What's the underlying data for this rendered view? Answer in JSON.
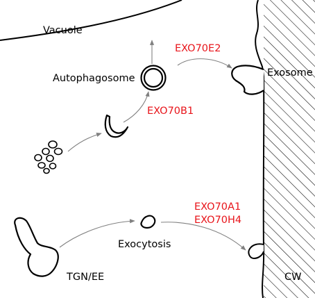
{
  "labels": {
    "vacuole": "Vacuole",
    "autophagosome": "Autophagosome",
    "exosome": "Exosome",
    "exocytosis": "Exocytosis",
    "tgn_ee": "TGN/EE",
    "cell_wall": "CW"
  },
  "proteins": {
    "autophagy_formation": "EXO70B1",
    "exosome_pathway": "EXO70E2",
    "exocytosis_a": "EXO70A1",
    "exocytosis_b": "EXO70H4"
  },
  "colors": {
    "protein_label": "#e8141a",
    "arrow": "#808080",
    "outline": "#000000"
  }
}
